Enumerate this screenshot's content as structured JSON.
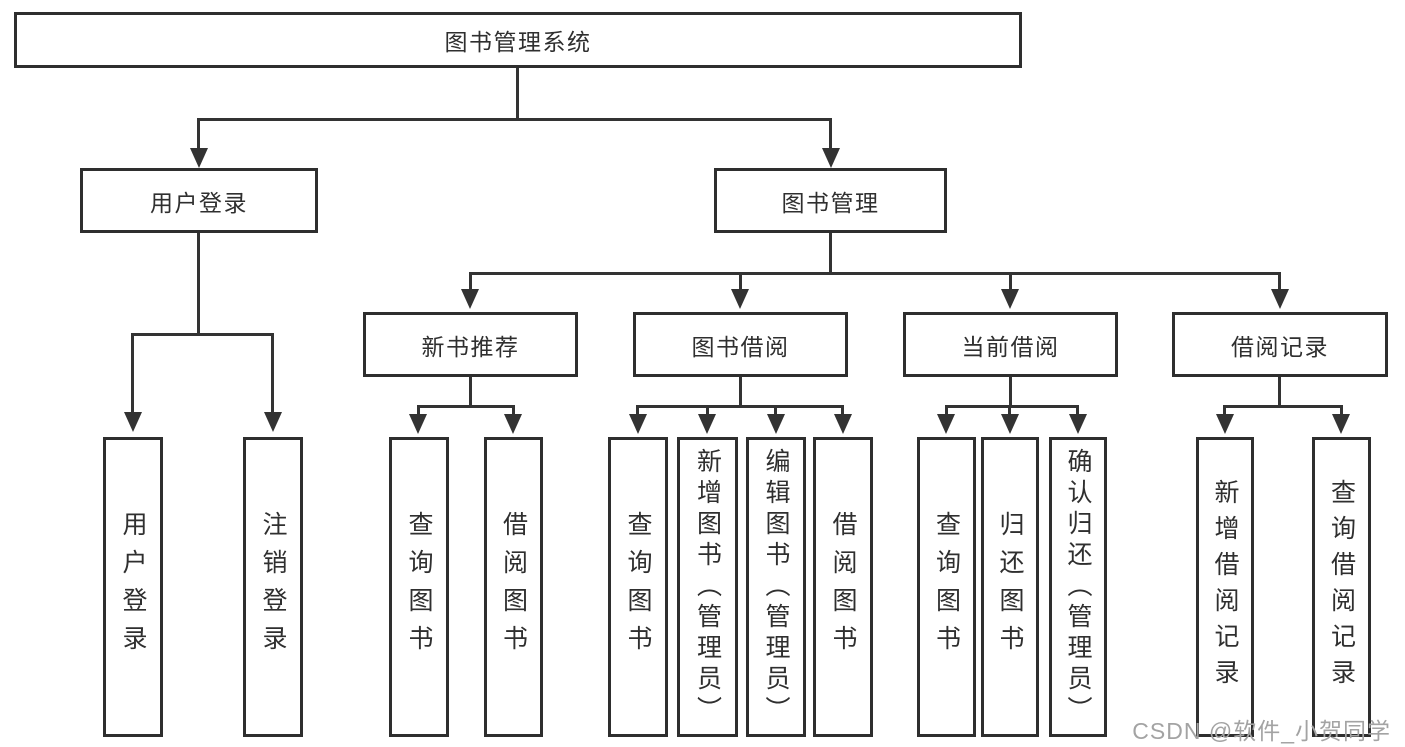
{
  "colors": {
    "box_border": "#2e2e2e",
    "connector_line": "#333333",
    "text": "#2f2f2f",
    "watermark_text": "#a3a3a3",
    "background": "#ffffff"
  },
  "watermark": "CSDN @软件_小贺同学",
  "tree": {
    "root": {
      "label": "图书管理系统",
      "children": [
        {
          "label": "用户登录",
          "children": [
            {
              "label": "用户登录"
            },
            {
              "label": "注销登录"
            }
          ]
        },
        {
          "label": "图书管理",
          "children": [
            {
              "label": "新书推荐",
              "children": [
                {
                  "label": "查询图书"
                },
                {
                  "label": "借阅图书"
                }
              ]
            },
            {
              "label": "图书借阅",
              "children": [
                {
                  "label": "查询图书"
                },
                {
                  "label": "新增图书（管理员）"
                },
                {
                  "label": "编辑图书（管理员）"
                },
                {
                  "label": "借阅图书"
                }
              ]
            },
            {
              "label": "当前借阅",
              "children": [
                {
                  "label": "查询图书"
                },
                {
                  "label": "归还图书"
                },
                {
                  "label": "确认归还（管理员）"
                }
              ]
            },
            {
              "label": "借阅记录",
              "children": [
                {
                  "label": "新增借阅记录"
                },
                {
                  "label": "查询借阅记录"
                }
              ]
            }
          ]
        }
      ]
    }
  }
}
